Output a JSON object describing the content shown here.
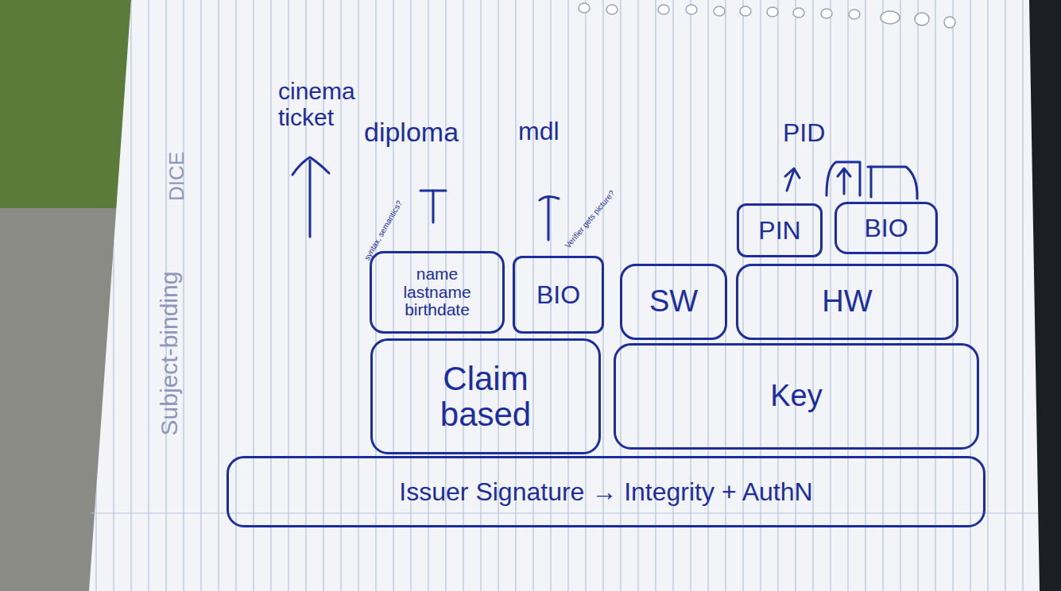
{
  "diagram": {
    "nodes": [
      {
        "text": [
          "PIN"
        ]
      },
      {
        "text": [
          "BIO"
        ]
      },
      {
        "text": [
          "name lastname birthdate"
        ]
      },
      {
        "text": [
          "BIO"
        ]
      },
      {
        "text": [
          "SW"
        ]
      },
      {
        "text": [
          "HW"
        ]
      },
      {
        "text": [
          "Claim based"
        ]
      },
      {
        "text": [
          "Key"
        ]
      },
      {
        "text": [
          "Issuer Signature → Integrity + AuthN"
        ]
      }
    ],
    "labels": [
      "cinema ticket",
      "diploma",
      "mdl",
      "PID",
      "syntax, semantics?",
      "Verifier gets picture?",
      "Subject-binding",
      "DICE"
    ]
  }
}
